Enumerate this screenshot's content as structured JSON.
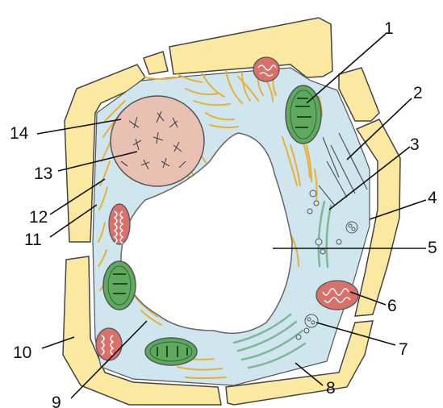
{
  "labels": {
    "l1": "1",
    "l2": "2",
    "l3": "3",
    "l4": "4",
    "l5": "5",
    "l6": "6",
    "l7": "7",
    "l8": "8",
    "l9": "9",
    "l10": "10",
    "l11": "11",
    "l12": "12",
    "l13": "13",
    "l14": "14"
  },
  "colors": {
    "cell_wall": "#fbe9a1",
    "cytoplasm": "#cfe6ee",
    "vacuole": "#ffffff",
    "nucleus": "#e9c1b3",
    "chloroplast": "#5fa85f",
    "mitochondrion": "#d9706a",
    "membrane_fibers": "#e4b23a",
    "golgi": "#a9d6b5"
  }
}
